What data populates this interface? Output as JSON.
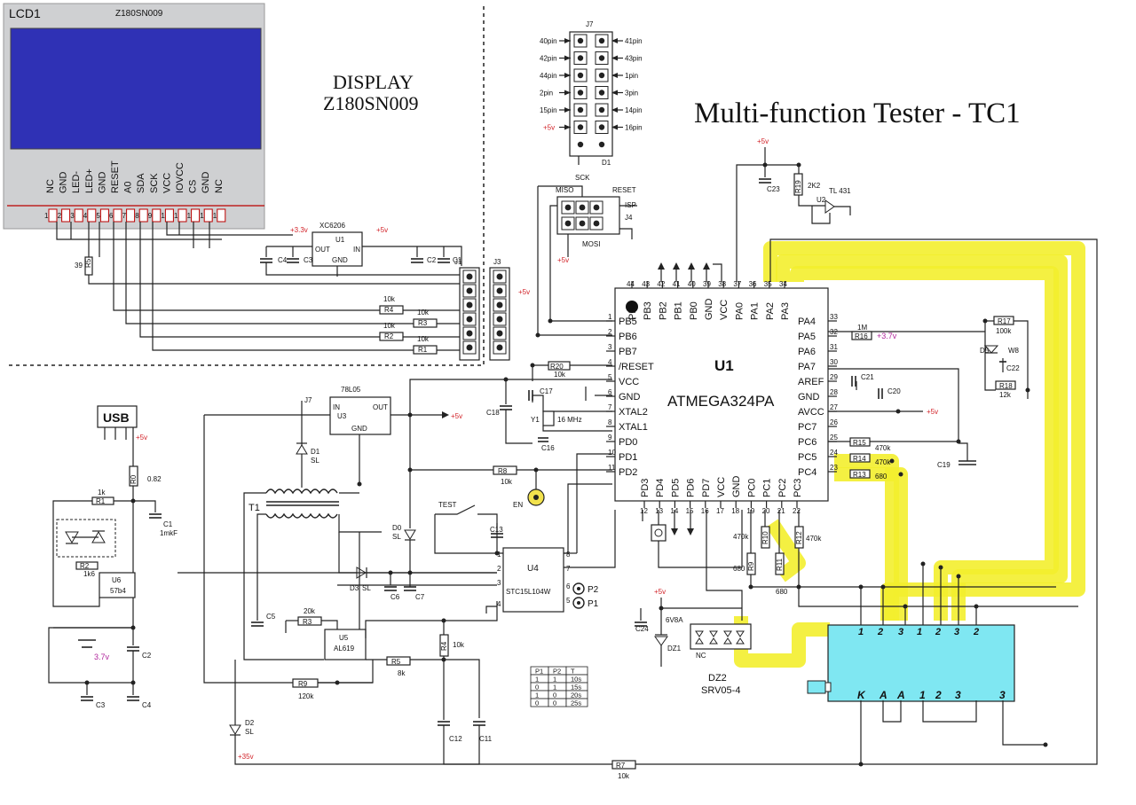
{
  "title": "Multi-function Tester - TC1",
  "display": {
    "line1": "DISPLAY",
    "line2": "Z180SN009"
  },
  "lcd": {
    "ref": "LCD1",
    "model": "Z180SN009",
    "pins": [
      "NC",
      "GND",
      "LED-",
      "LED+",
      "GND",
      "RESET",
      "A0",
      "SDA",
      "SCK",
      "VCC",
      "IOVCC",
      "CS",
      "GND",
      "NC"
    ],
    "pin_numbers": [
      "1",
      "2",
      "3",
      "4",
      "5",
      "6",
      "7",
      "8",
      "9",
      "10",
      "11",
      "12",
      "13",
      "14"
    ],
    "colors": {
      "screen": "#2f31b5",
      "bezel": "#cfd0d2"
    }
  },
  "mcu": {
    "ref": "U1",
    "part": "ATMEGA324PA",
    "left_pins": [
      {
        "num": "1",
        "name": "PB5"
      },
      {
        "num": "2",
        "name": "PB6"
      },
      {
        "num": "3",
        "name": "PB7"
      },
      {
        "num": "4",
        "name": "/RESET"
      },
      {
        "num": "5",
        "name": "VCC"
      },
      {
        "num": "6",
        "name": "GND"
      },
      {
        "num": "7",
        "name": "XTAL2"
      },
      {
        "num": "8",
        "name": "XTAL1"
      },
      {
        "num": "9",
        "name": "PD0"
      },
      {
        "num": "10",
        "name": "PD1"
      },
      {
        "num": "11",
        "name": "PD2"
      }
    ],
    "top_pins": [
      {
        "num": "44",
        "name": "PB4"
      },
      {
        "num": "43",
        "name": "PB3"
      },
      {
        "num": "42",
        "name": "PB2"
      },
      {
        "num": "41",
        "name": "PB1"
      },
      {
        "num": "40",
        "name": "PB0"
      },
      {
        "num": "39",
        "name": "GND"
      },
      {
        "num": "38",
        "name": "VCC"
      },
      {
        "num": "37",
        "name": "PA0"
      },
      {
        "num": "36",
        "name": "PA1"
      },
      {
        "num": "35",
        "name": "PA2"
      },
      {
        "num": "34",
        "name": "PA3"
      }
    ],
    "right_pins": [
      {
        "num": "33",
        "name": "PA4"
      },
      {
        "num": "32",
        "name": "PA5"
      },
      {
        "num": "31",
        "name": "PA6"
      },
      {
        "num": "30",
        "name": "PA7"
      },
      {
        "num": "29",
        "name": "AREF"
      },
      {
        "num": "28",
        "name": "GND"
      },
      {
        "num": "27",
        "name": "AVCC"
      },
      {
        "num": "26",
        "name": "PC7"
      },
      {
        "num": "25",
        "name": "PC6"
      },
      {
        "num": "24",
        "name": "PC5"
      },
      {
        "num": "23",
        "name": "PC4"
      }
    ],
    "bottom_pins": [
      {
        "num": "12",
        "name": "PD3"
      },
      {
        "num": "13",
        "name": "PD4"
      },
      {
        "num": "14",
        "name": "PD5"
      },
      {
        "num": "15",
        "name": "PD6"
      },
      {
        "num": "16",
        "name": "PD7"
      },
      {
        "num": "17",
        "name": "VCC"
      },
      {
        "num": "18",
        "name": "GND"
      },
      {
        "num": "19",
        "name": "PC0"
      },
      {
        "num": "20",
        "name": "PC1"
      },
      {
        "num": "21",
        "name": "PC2"
      },
      {
        "num": "22",
        "name": "PC3"
      }
    ]
  },
  "j7": {
    "ref": "J7",
    "left": [
      "40pin",
      "42pin",
      "44pin",
      "2pin",
      "15pin",
      "+5v"
    ],
    "right": [
      "41pin",
      "43pin",
      "1pin",
      "3pin",
      "14pin",
      "16pin"
    ],
    "d1": "D1"
  },
  "isp": {
    "ref": "J4",
    "name": "ISP",
    "sck": "SCK",
    "miso": "MISO",
    "reset": "RESET",
    "mosi": "MOSI",
    "vcc": "+5v"
  },
  "labels": {
    "xc6206": "XC6206",
    "u1": "U1",
    "out": "OUT",
    "in": "IN",
    "gnd": "GND",
    "v33": "+3.3v",
    "v5": "+5v",
    "v37": "+3.7v",
    "v35": "+35v",
    "j1": "J1",
    "j3": "J3",
    "r4": "R4",
    "r3": "R3",
    "r2": "R2",
    "r1": "R1",
    "k10": "10k",
    "r_39": "39",
    "r5_lcd": "R5",
    "c4": "C4",
    "c3": "C3",
    "c2": "C2",
    "c1": "C1",
    "usb": "USB",
    "r0": "R0",
    "r0_val": "0.82",
    "r1b": "R1",
    "k1": "1k",
    "c1b": "C1",
    "c1b_val": "1mkF",
    "r2b": "R2",
    "k16": "1k6",
    "u6": "U6",
    "u6_part": "57b4",
    "c2b": "C2",
    "c3b": "C3",
    "c4b": "C4",
    "bat": "3.7v",
    "u3_part": "78L05",
    "u3": "U3",
    "j7net": "J7",
    "d1sl": "D1",
    "sl": "SL",
    "t1": "T1",
    "d0": "D0",
    "d3": "D3",
    "d2": "D2",
    "c5": "C5",
    "c6": "C6",
    "c7": "C7",
    "r3b": "R3",
    "k20": "20k",
    "u5": "U5",
    "u5_part": "AL619",
    "r9": "R9",
    "k120": "120k",
    "r5": "R5",
    "k8": "8k",
    "r4b": "R4",
    "c12": "C12",
    "c11": "C11",
    "r7": "R7",
    "r20": "R20",
    "c17": "C17",
    "c18": "C18",
    "y1": "Y1",
    "mhz": "16 MHz",
    "c16": "C16",
    "r8": "R8",
    "en": "EN",
    "test": "TEST",
    "c13": "C13",
    "u4": "U4",
    "u4_part": "STC15L104W",
    "p2": "P2",
    "p1": "P1",
    "c23": "C23",
    "r19": "R19",
    "k22": "2K2",
    "u2": "U2",
    "tl431": "TL 431",
    "r17": "R17",
    "k100": "100k",
    "m1": "1M",
    "r16": "R16",
    "d5": "D5",
    "c22": "C22",
    "r18": "R18",
    "k12": "12k",
    "c21": "C21",
    "c20": "C20",
    "c19": "C19",
    "r15": "R15",
    "r14": "R14",
    "r13": "R13",
    "k470": "470k",
    "v680": "680",
    "r10": "R10",
    "r11": "R11",
    "r12": "R12",
    "r9b": "R9",
    "c24": "C24",
    "dz1": "DZ1",
    "v6v8a": "6V8A",
    "dz2": "DZ2",
    "srv": "SRV05-4",
    "nc": "NC",
    "d5_val": "W8"
  },
  "socket": {
    "top": [
      "1",
      "2",
      "3",
      "1",
      "2",
      "3",
      "2"
    ],
    "bottom": [
      "K",
      "A",
      "A",
      "1",
      "2",
      "3",
      "3"
    ],
    "color": "#7fe7f2"
  },
  "timer_table": {
    "headers": [
      "P1",
      "P2",
      "T"
    ],
    "rows": [
      [
        "1",
        "1",
        "10s"
      ],
      [
        "0",
        "1",
        "15s"
      ],
      [
        "1",
        "0",
        "20s"
      ],
      [
        "0",
        "0",
        "25s"
      ]
    ]
  },
  "colors": {
    "highlight": "#f3ee2e",
    "power_label": "#d2242a",
    "battery_label": "#b0269c"
  }
}
